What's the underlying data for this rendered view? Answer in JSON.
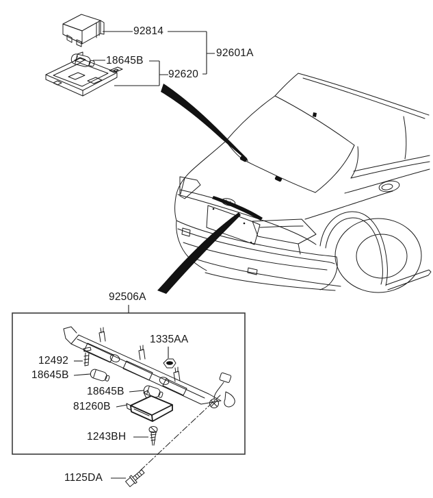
{
  "colors": {
    "background": "#ffffff",
    "line": "#1a1a1a",
    "accent_fill": "#000000"
  },
  "top_assembly": {
    "lens_cover_label": "92814",
    "bulb_label": "18645B",
    "housing_label": "92620",
    "assembly_label": "92601A"
  },
  "detail_box": {
    "assembly_label": "92506A",
    "screw_label": "12492",
    "bulb_left_label": "18645B",
    "clip_label": "1335AA",
    "bulb_right_label": "18645B",
    "license_lamp_label": "81260B",
    "tapping_screw_label": "1243BH"
  },
  "external": {
    "bolt_label": "1125DA"
  }
}
